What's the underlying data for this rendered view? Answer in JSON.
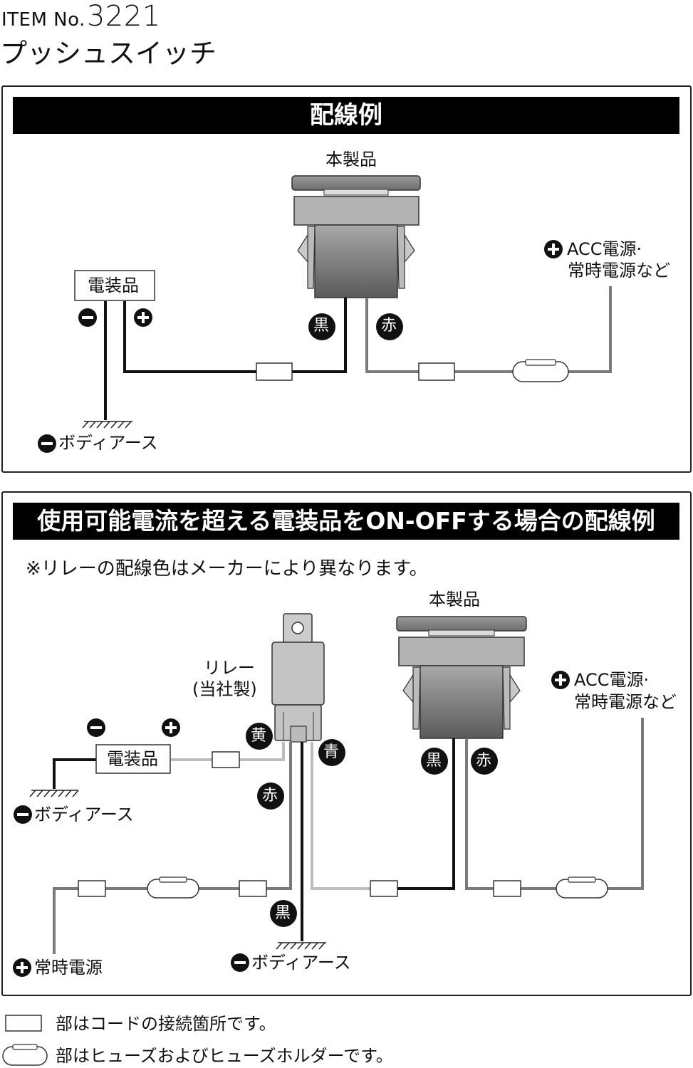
{
  "header": {
    "item_label": "ITEM No.",
    "item_number": "3221",
    "product_name": "プッシュスイッチ"
  },
  "section1": {
    "title": "配線例",
    "product_label": "本製品",
    "device_label": "電装品",
    "acc_label_line1": "ACC電源·",
    "acc_label_line2": "常時電源など",
    "ground_label": "ボディアース",
    "wire_black": "黒",
    "wire_red": "赤"
  },
  "section2": {
    "title": "使用可能電流を超える電装品をON-OFFする場合の配線例",
    "note": "※リレーの配線色はメーカーにより異なります。",
    "product_label": "本製品",
    "relay_label_line1": "リレー",
    "relay_label_line2": "(当社製)",
    "device_label": "電装品",
    "acc_label_line1": "ACC電源·",
    "acc_label_line2": "常時電源など",
    "ground_label_left": "ボディアース",
    "ground_label_bottom": "ボディアース",
    "constant_power_label": "常時電源",
    "wire_yellow": "黄",
    "wire_blue": "青",
    "wire_red_relay": "赤",
    "wire_black_relay": "黒",
    "wire_black_switch": "黒",
    "wire_red_switch": "赤"
  },
  "legend": {
    "connector_text": "部はコードの接続箇所です。",
    "fuse_text": "部はヒューズおよびヒューズホルダーです。"
  },
  "icons": {
    "plus": "plus-circle-icon",
    "minus": "minus-circle-icon"
  },
  "colors": {
    "wire_black": "#111111",
    "wire_gray": "#7a7a7a",
    "wire_light": "#bdbdbd",
    "switch_gray": "#a9a9a9"
  }
}
